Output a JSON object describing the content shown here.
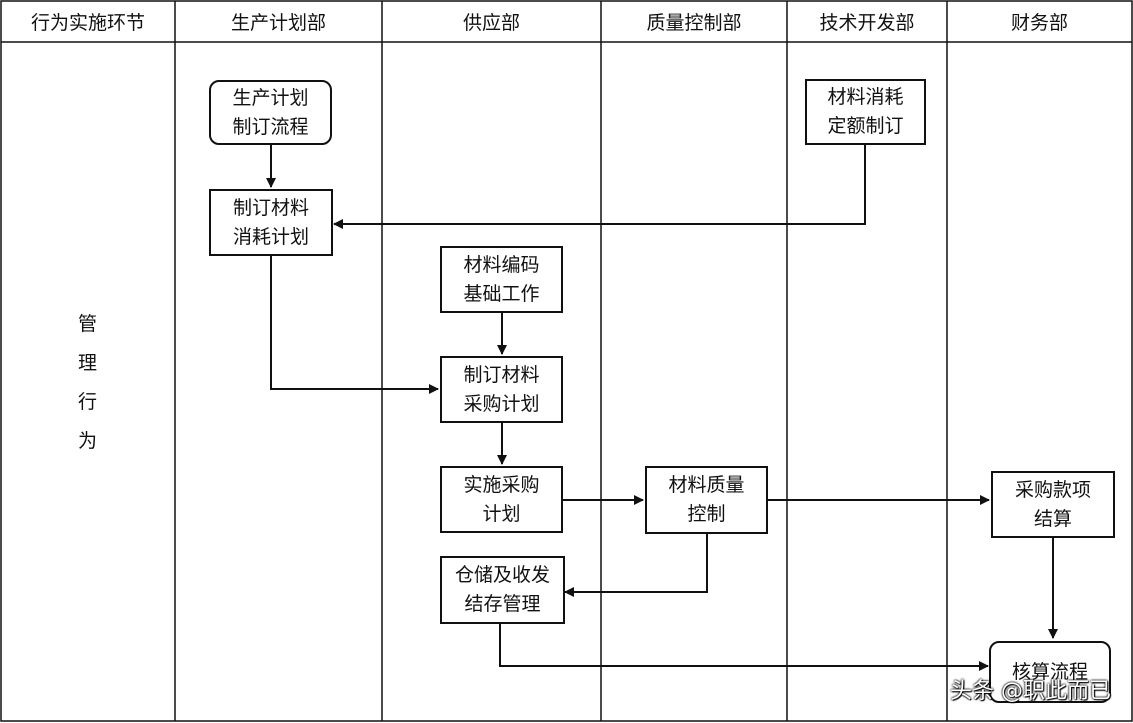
{
  "headers": {
    "col0": "行为实施环节",
    "col1": "生产计划部",
    "col2": "供应部",
    "col3": "质量控制部",
    "col4": "技术开发部",
    "col5": "财务部"
  },
  "row_label": [
    "管",
    "理",
    "行",
    "为"
  ],
  "nodes": {
    "production_plan_flow": "生产计划\n制订流程",
    "material_consumption_plan": "制订材料\n消耗计划",
    "material_coding": "材料编码\n基础工作",
    "material_purchase_plan": "制订材料\n采购计划",
    "implement_purchase_plan": "实施采购\n计划",
    "warehouse_management": "仓储及收发\n结存管理",
    "material_quality_control": "材料质量\n控制",
    "consumption_quota": "材料消耗\n定额制订",
    "payment_settlement": "采购款项\n结算",
    "accounting_flow": "核算流程"
  },
  "watermark": "头条 @职此而已",
  "colors": {
    "line": "#111111",
    "background": "#ffffff"
  }
}
